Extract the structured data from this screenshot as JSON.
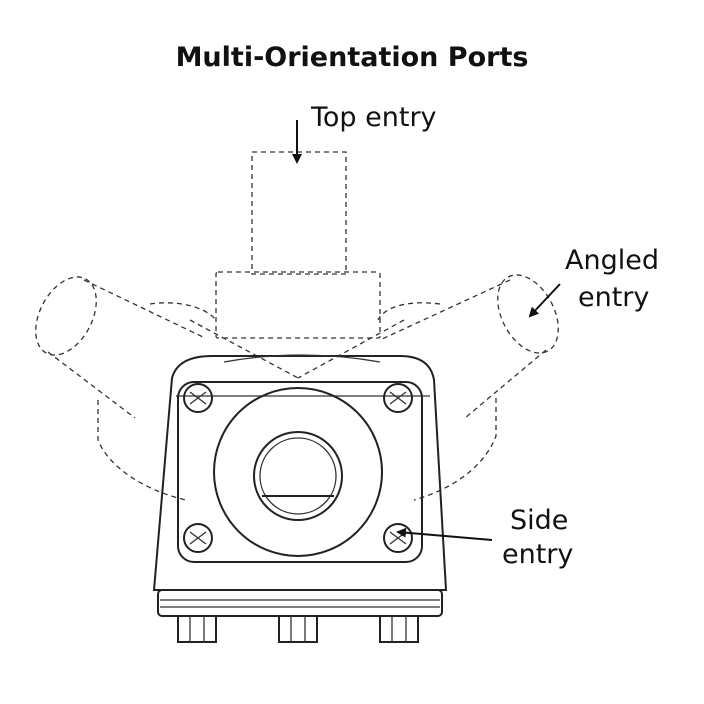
{
  "title": "Multi-Orientation Ports",
  "labels": {
    "top": "Top entry",
    "angled_line1": "Angled",
    "angled_line2": "entry",
    "side_line1": "Side",
    "side_line2": "entry"
  }
}
